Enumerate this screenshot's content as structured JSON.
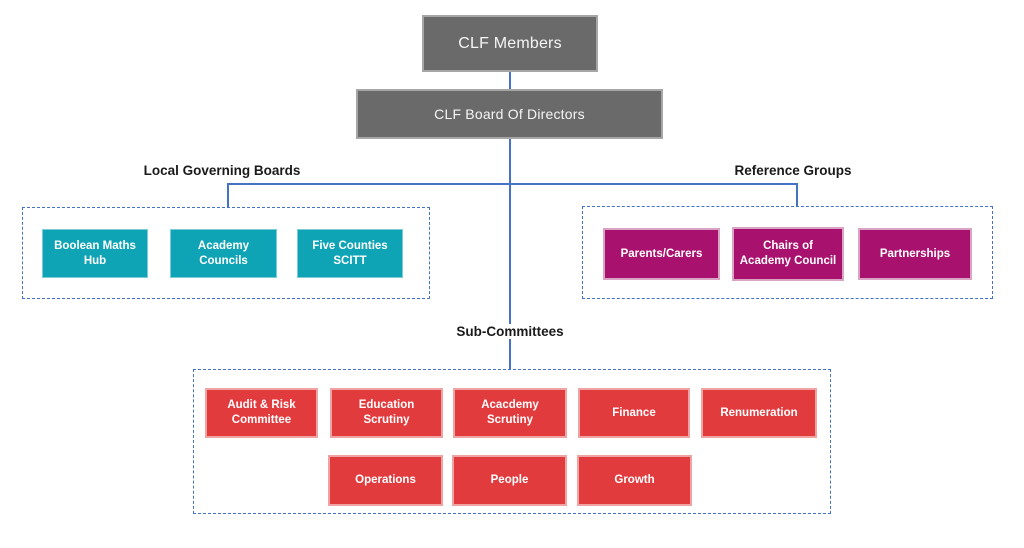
{
  "title": "CLF organisation structure diagram",
  "colors": {
    "gray": "#6a6a6a",
    "gray_border": "#a6a6a6",
    "teal": "#0fa3b6",
    "magenta": "#a9116e",
    "red": "#e23b3e",
    "line": "#4472c4",
    "label_dark": "#1a1a1a"
  },
  "nodes": {
    "members": "CLF Members",
    "board": "CLF Board Of Directors"
  },
  "sections": {
    "local_governing_boards": {
      "title": "Local Governing Boards",
      "items": [
        "Boolean Maths Hub",
        "Academy Councils",
        "Five Counties SCITT"
      ]
    },
    "reference_groups": {
      "title": "Reference Groups",
      "items": [
        "Parents/Carers",
        "Chairs of Academy Council",
        "Partnerships"
      ]
    },
    "sub_committees": {
      "title": "Sub-Committees",
      "row1": [
        "Audit & Risk Committee",
        "Education Scrutiny",
        "Acacdemy Scrutiny",
        "Finance",
        "Renumeration"
      ],
      "row2": [
        "Operations",
        "People",
        "Growth"
      ]
    }
  }
}
